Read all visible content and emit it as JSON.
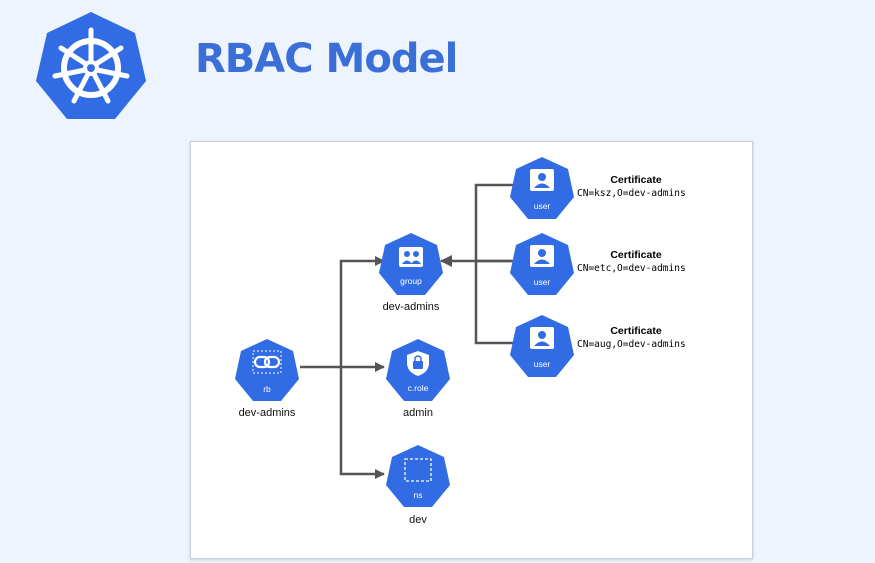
{
  "header": {
    "title": "RBAC Model",
    "logo_icon": "kubernetes-helm-wheel-icon"
  },
  "colors": {
    "brand_blue": "#326ce5",
    "title_blue": "#3b6fd8",
    "background": "#eef4fd",
    "line": "#555555"
  },
  "diagram": {
    "nodes": {
      "rb": {
        "icon": "link-icon",
        "sub": "rb",
        "label": "dev-admins"
      },
      "group": {
        "icon": "group-icon",
        "sub": "group",
        "label": "dev-admins"
      },
      "crole": {
        "icon": "lock-icon",
        "sub": "c.role",
        "label": "admin"
      },
      "ns": {
        "icon": "dashed-square-icon",
        "sub": "ns",
        "label": "dev"
      },
      "user1": {
        "icon": "user-icon",
        "sub": "user"
      },
      "user2": {
        "icon": "user-icon",
        "sub": "user"
      },
      "user3": {
        "icon": "user-icon",
        "sub": "user"
      }
    },
    "certificates": [
      {
        "title": "Certificate",
        "subject": "CN=ksz,O=dev-admins"
      },
      {
        "title": "Certificate",
        "subject": "CN=etc,O=dev-admins"
      },
      {
        "title": "Certificate",
        "subject": "CN=aug,O=dev-admins"
      }
    ]
  }
}
